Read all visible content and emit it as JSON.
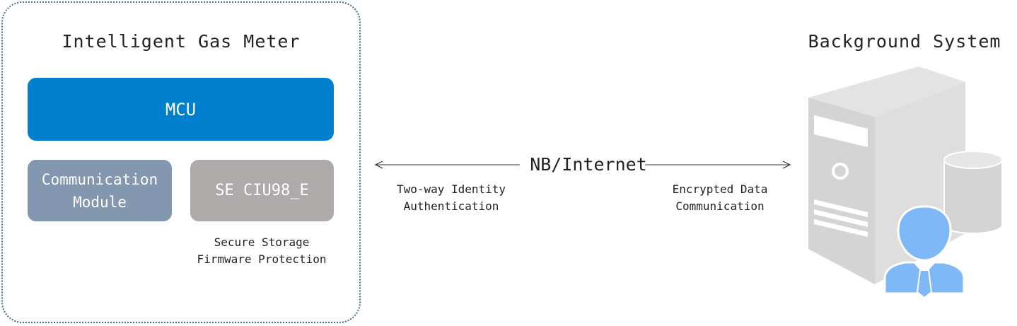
{
  "meter": {
    "title": "Intelligent Gas Meter",
    "mcu_label": "MCU",
    "comm_label_line1": "Communication",
    "comm_label_line2": "Module",
    "se_label": "SE CIU98_E",
    "se_caption_line1": "Secure Storage",
    "se_caption_line2": "Firmware Protection"
  },
  "link": {
    "label": "NB/Internet",
    "left_caption_line1": "Two-way Identity",
    "left_caption_line2": "Authentication",
    "right_caption_line1": "Encrypted Data",
    "right_caption_line2": "Communication"
  },
  "background": {
    "title": "Background System"
  },
  "icons": [
    "server-icon",
    "database-icon",
    "user-icon",
    "arrow-left-icon",
    "arrow-right-icon"
  ],
  "colors": {
    "frame": "#4a6a93",
    "mcu": "#0080cc",
    "comm": "#8497b0",
    "se": "#aeaaaa",
    "server": "#d9d9d9",
    "user": "#7fb8f7"
  }
}
